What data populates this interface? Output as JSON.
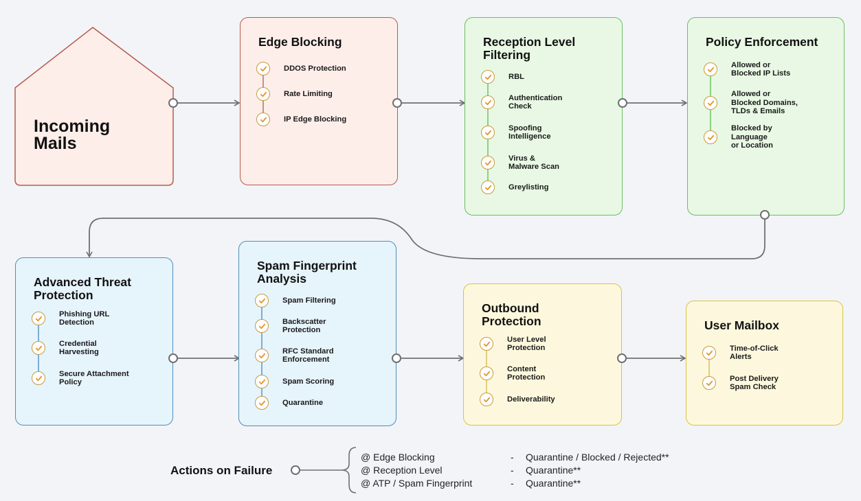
{
  "incoming": {
    "label": "Incoming\nMails"
  },
  "stages": [
    {
      "id": "edge",
      "title": "Edge Blocking",
      "items": [
        "DDOS Protection",
        "Rate Limiting",
        "IP Edge Blocking"
      ]
    },
    {
      "id": "reception",
      "title": "Reception Level\nFiltering",
      "items": [
        "RBL",
        "Authentication\nCheck",
        "Spoofing\nIntelligence",
        "Virus &\nMalware Scan",
        "Greylisting"
      ]
    },
    {
      "id": "policy",
      "title": "Policy Enforcement",
      "items": [
        "Allowed or\nBlocked IP Lists",
        "Allowed or\nBlocked Domains,\nTLDs & Emails",
        "Blocked by\nLanguage\nor Location"
      ]
    },
    {
      "id": "atp",
      "title": "Advanced Threat\nProtection",
      "items": [
        "Phishing URL\nDetection",
        "Credential\nHarvesting",
        "Secure Attachment\nPolicy"
      ]
    },
    {
      "id": "spam",
      "title": "Spam Fingerprint\nAnalysis",
      "items": [
        "Spam Filtering",
        "Backscatter\nProtection",
        "RFC Standard\nEnforcement",
        "Spam Scoring",
        "Quarantine"
      ]
    },
    {
      "id": "outbound",
      "title": "Outbound\nProtection",
      "items": [
        "User Level\nProtection",
        "Content\nProtection",
        "Deliverability"
      ]
    },
    {
      "id": "mailbox",
      "title": "User Mailbox",
      "items": [
        "Time-of-Click\nAlerts",
        "Post Delivery\nSpam Check"
      ]
    }
  ],
  "footer": {
    "title": "Actions  on Failure",
    "rows": [
      {
        "where": "@ Edge Blocking",
        "dash": "-",
        "action": "Quarantine / Blocked / Rejected**"
      },
      {
        "where": "@ Reception  Level",
        "dash": "-",
        "action": "Quarantine**"
      },
      {
        "where": "@ ATP / Spam Fingerprint",
        "dash": "-",
        "action": "Quarantine**"
      }
    ]
  },
  "colors": {
    "red": "#b75a4a",
    "green": "#6bbf5c",
    "blue": "#4f8db8",
    "yellow": "#d8c441",
    "check": "#e9932a",
    "wire": "#6f6f6f"
  },
  "icons": {
    "check": "check-icon"
  }
}
